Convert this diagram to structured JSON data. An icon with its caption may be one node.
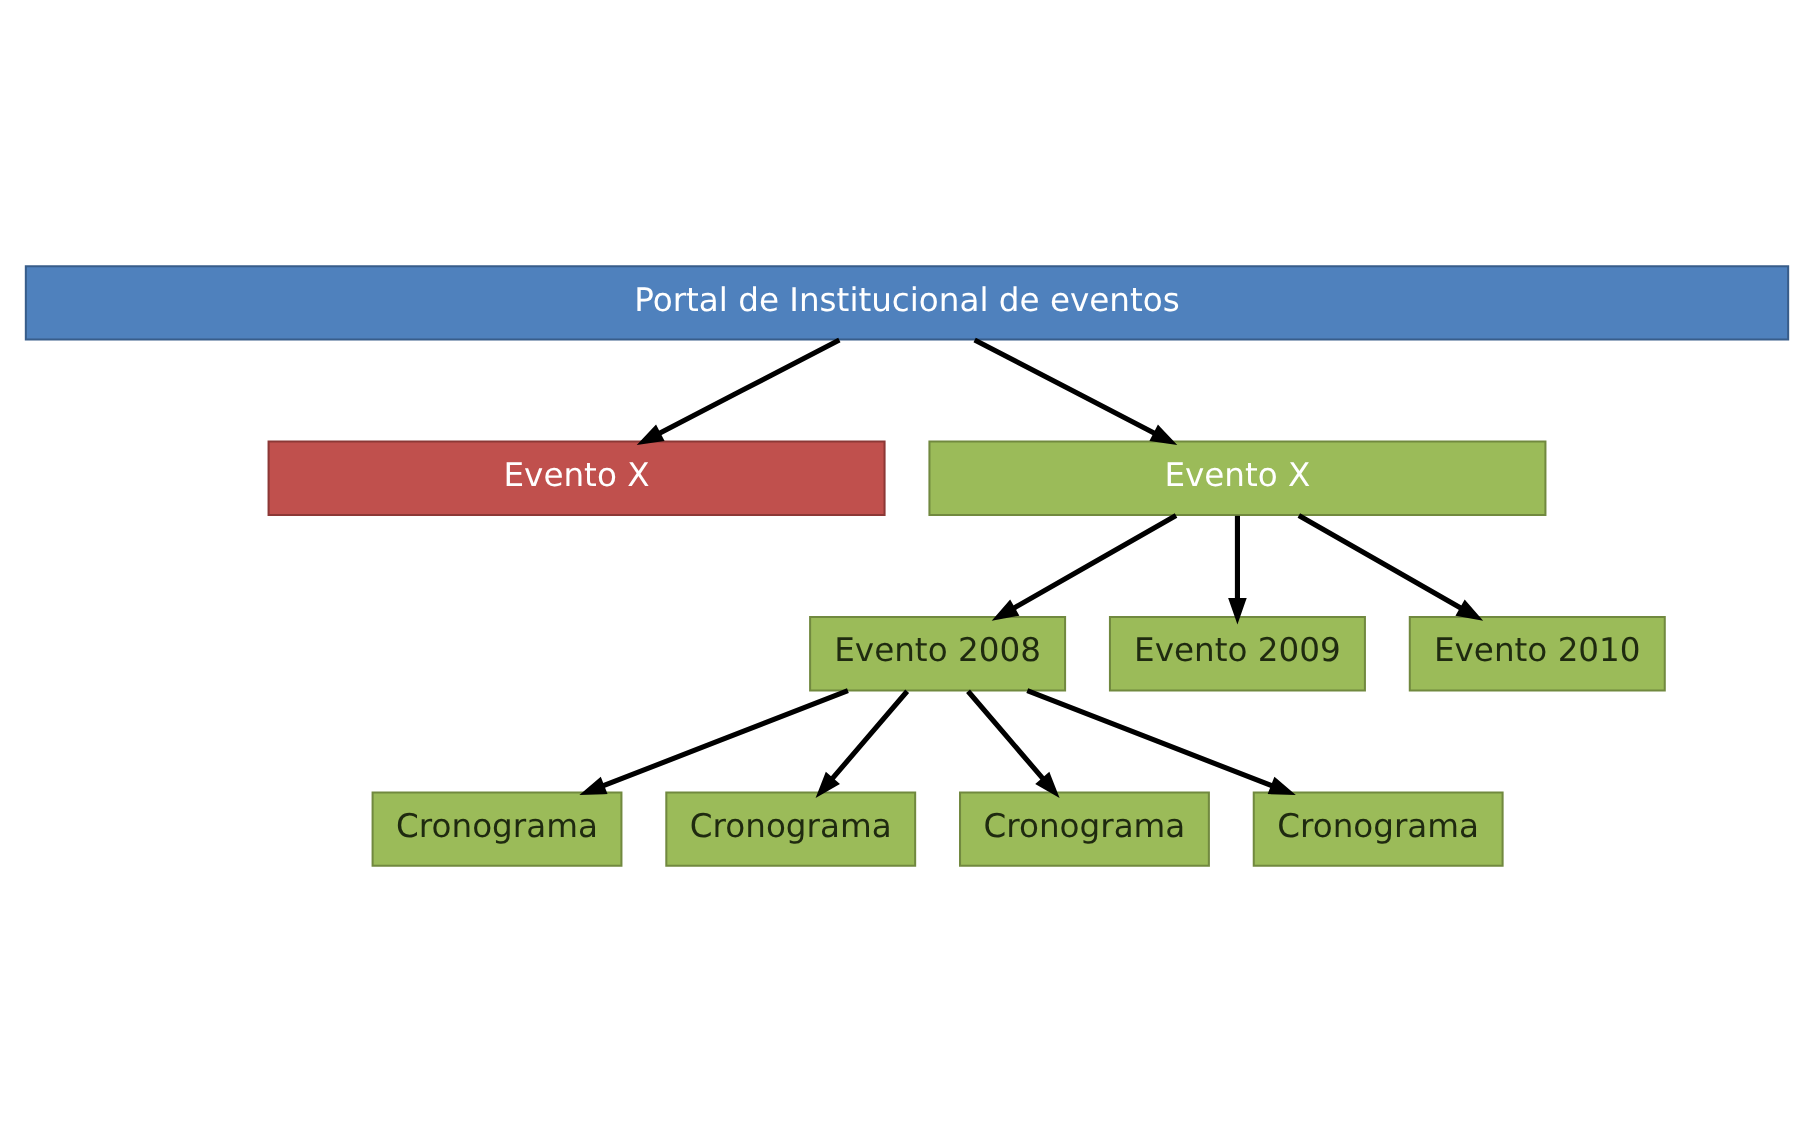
{
  "diagram": {
    "nodes": [
      {
        "text": [
          "Portal de Institucional de eventos"
        ]
      },
      {
        "text": [
          "Evento X"
        ]
      },
      {
        "text": [
          "Evento X"
        ]
      },
      {
        "text": [
          "Evento 2008"
        ]
      },
      {
        "text": [
          "Evento 2009"
        ]
      },
      {
        "text": [
          "Evento 2010"
        ]
      },
      {
        "text": [
          "Cronograma"
        ]
      },
      {
        "text": [
          "Cronograma"
        ]
      },
      {
        "text": [
          "Cronograma"
        ]
      },
      {
        "text": [
          "Cronograma"
        ]
      }
    ],
    "edges": [
      {
        "from": 0,
        "to": 1,
        "arrow": "to"
      },
      {
        "from": 0,
        "to": 2,
        "arrow": "to"
      },
      {
        "from": 2,
        "to": 3,
        "arrow": "to"
      },
      {
        "from": 2,
        "to": 4,
        "arrow": "to"
      },
      {
        "from": 2,
        "to": 5,
        "arrow": "to"
      },
      {
        "from": 3,
        "to": 6,
        "arrow": "to"
      },
      {
        "from": 3,
        "to": 7,
        "arrow": "to"
      },
      {
        "from": 3,
        "to": 8,
        "arrow": "to"
      },
      {
        "from": 3,
        "to": 9,
        "arrow": "to"
      }
    ]
  }
}
